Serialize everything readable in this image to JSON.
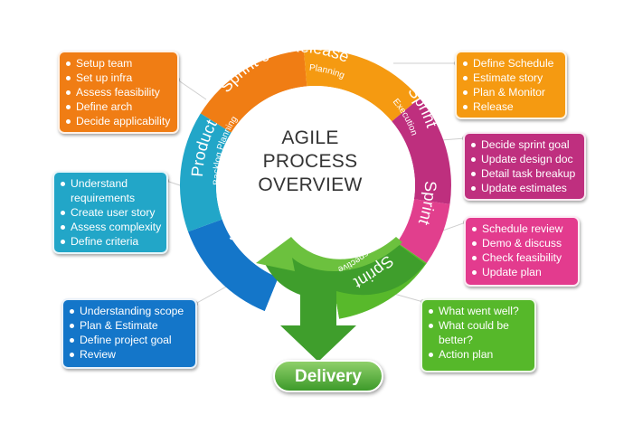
{
  "center": {
    "line1": "AGILE",
    "line2": "PROCESS",
    "line3": "OVERVIEW"
  },
  "segments": [
    {
      "key": "release",
      "title": "Release",
      "subtitle": "Planning",
      "color": "#f39c12"
    },
    {
      "key": "sprint_exec",
      "title": "Sprint",
      "subtitle": "Execution",
      "color": "#c2317c"
    },
    {
      "key": "sprint_review",
      "title": "Sprint",
      "subtitle": "Review",
      "color": "#e0418a"
    },
    {
      "key": "sprint_retro",
      "title": "Sprint",
      "subtitle": "Retrospective",
      "color": "#5cb82f"
    },
    {
      "key": "project",
      "title": "Project",
      "subtitle": "Planning",
      "color": "#1576c7"
    },
    {
      "key": "product",
      "title": "Product",
      "subtitle": "Backlog Planning",
      "color": "#2aa5c4"
    },
    {
      "key": "sprint0",
      "title": "Sprint 0",
      "subtitle": "",
      "color": "#ef7a14"
    }
  ],
  "boxes": {
    "sprint0": {
      "color": "#f07d14",
      "items": [
        "Setup team",
        "Set up infra",
        "Assess feasibility",
        "Define arch",
        "Decide applicability"
      ]
    },
    "release": {
      "color": "#f59a11",
      "items": [
        "Define Schedule",
        "Estimate story",
        "Plan & Monitor",
        "Release"
      ]
    },
    "sprint_exec": {
      "color": "#bf2f7f",
      "items": [
        "Decide sprint goal",
        "Update design doc",
        "Detail task breakup",
        "Update estimates"
      ]
    },
    "sprint_review": {
      "color": "#e33b8e",
      "items": [
        "Schedule review",
        "Demo & discuss",
        "Check feasibility",
        "Update plan"
      ]
    },
    "product": {
      "color": "#22a6c8",
      "items": [
        "Understand requirements",
        "Create user story",
        "Assess complexity",
        "Define criteria"
      ]
    },
    "project": {
      "color": "#1476c9",
      "items": [
        "Understanding scope",
        "Plan & Estimate",
        "Define project goal",
        "Review"
      ]
    },
    "retro": {
      "color": "#56b82a",
      "items": [
        "What went well?",
        "What could be better?",
        "Action plan"
      ]
    }
  },
  "delivery": {
    "label": "Delivery"
  }
}
